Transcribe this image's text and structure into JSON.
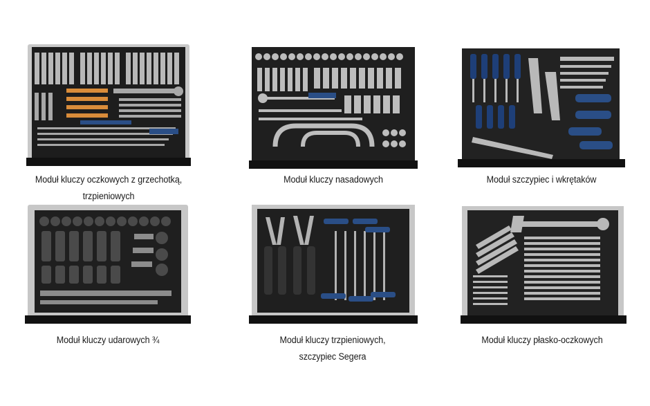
{
  "modules": [
    {
      "caption_lines": [
        "Moduł kluczy oczkowych z grzechotką,",
        "trzpieniowych"
      ],
      "image": "ring-spanner-ratchet-tray-image"
    },
    {
      "caption_lines": [
        "Moduł kluczy nasadowych"
      ],
      "image": "socket-wrench-tray-image"
    },
    {
      "caption_lines": [
        "Moduł szczypiec i wkrętaków"
      ],
      "image": "pliers-screwdriver-tray-image"
    },
    {
      "caption_lines": [
        "Moduł kluczy udarowych ¾"
      ],
      "image": "impact-socket-tray-image"
    },
    {
      "caption_lines": [
        "Moduł kluczy trzpieniowych,",
        "szczypiec Segera"
      ],
      "image": "t-handle-circlip-pliers-tray-image"
    },
    {
      "caption_lines": [
        "Moduł kluczy płasko-oczkowych"
      ],
      "image": "combination-spanner-tray-image"
    }
  ]
}
